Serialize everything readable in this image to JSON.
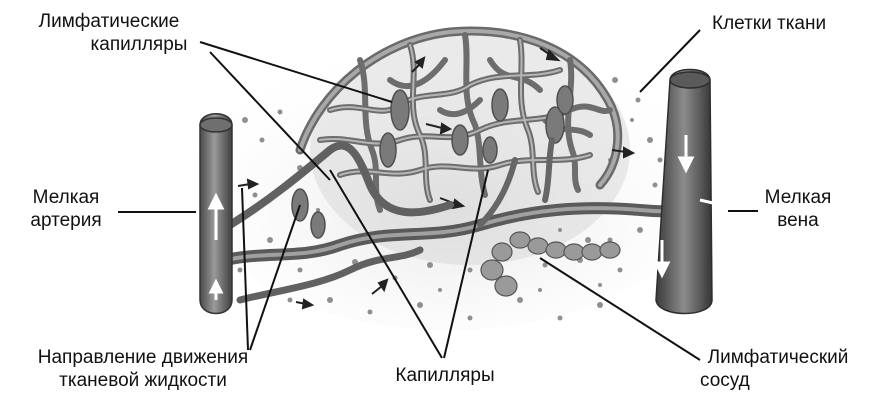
{
  "labels": {
    "lymph_capillaries": [
      "Лимфатические",
      "капилляры"
    ],
    "tissue_cells": "Клетки ткани",
    "small_artery": [
      "Мелкая",
      "артерия"
    ],
    "small_vein": [
      "Мелкая",
      "вена"
    ],
    "fluid_direction": [
      "Направление движения",
      "тканевой жидкости"
    ],
    "capillaries": "Капилляры",
    "lymph_vessel": [
      "Лимфатический",
      "сосуд"
    ]
  },
  "colors": {
    "vessel_dark": "#5c5c5c",
    "vessel_mid": "#8a8a8a",
    "vessel_light": "#bdbdbd",
    "leader_line": "#111111",
    "background": "#ffffff"
  }
}
